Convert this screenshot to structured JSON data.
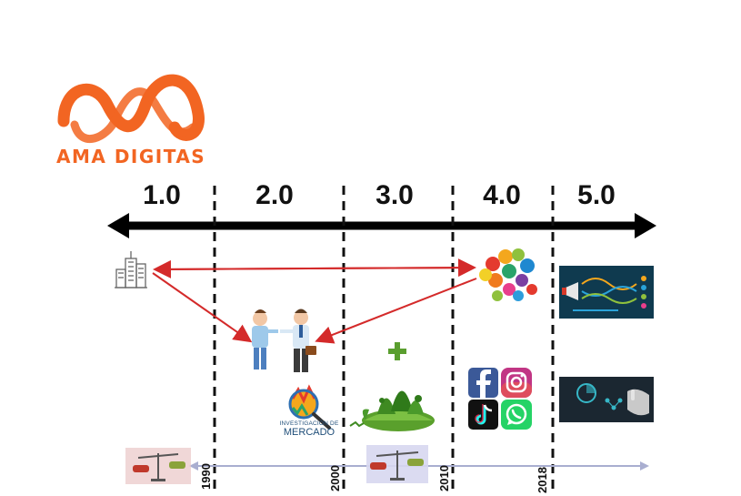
{
  "brand": {
    "name": "AMA DIGITAS",
    "color": "#f26522"
  },
  "timeline": {
    "eras": [
      "1.0",
      "2.0",
      "3.0",
      "4.0",
      "5.0"
    ],
    "years": [
      "1990",
      "2000",
      "2010",
      "2018"
    ]
  },
  "illustrations": {
    "market_research_line1": "INVESTIGACIÓN DE",
    "market_research_line2": "MERCADO",
    "icons": [
      "office-building-icon",
      "handshake-icon",
      "people-heads-icon",
      "megaphone-icon",
      "market-research-icon",
      "plus-icon",
      "green-earth-icon",
      "facebook-icon",
      "instagram-icon",
      "tiktok-icon",
      "whatsapp-icon",
      "digital-touch-icon",
      "balance-scale-icon"
    ]
  },
  "colors": {
    "arrow_red": "#d42a2a",
    "main_arrow": "#000000",
    "bottom_line": "#a9aed0",
    "plus_green": "#5a9e2f"
  }
}
